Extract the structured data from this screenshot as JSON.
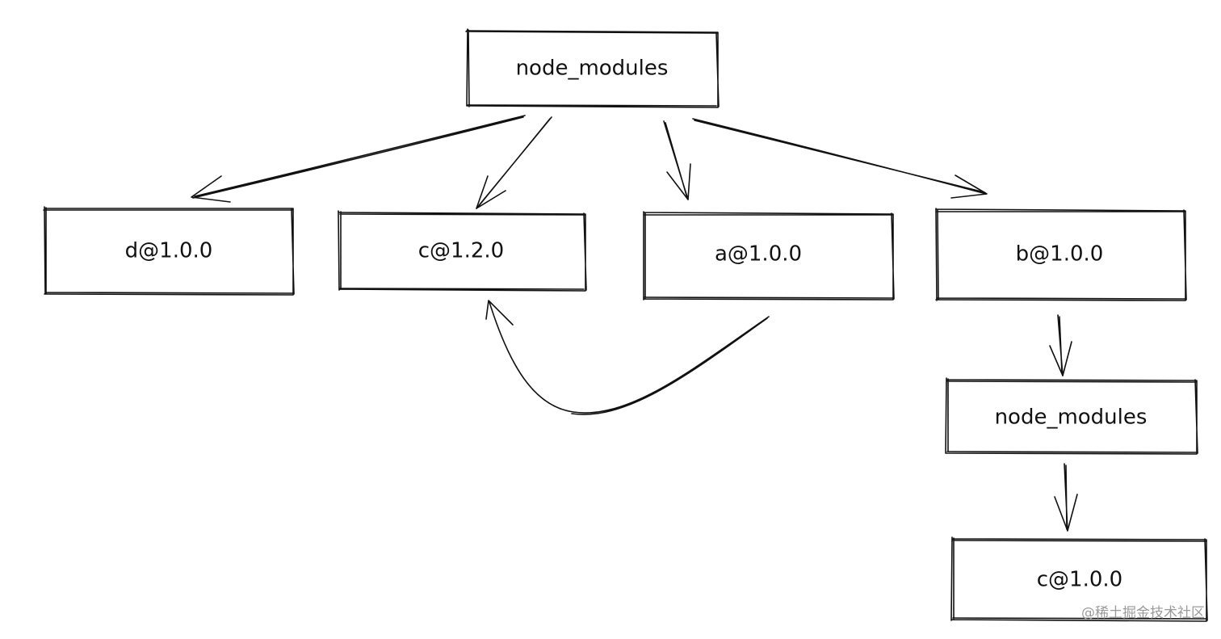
{
  "diagram": {
    "nodes": [
      {
        "id": "root",
        "label": "node_modules"
      },
      {
        "id": "d",
        "label": "d@1.0.0"
      },
      {
        "id": "c12",
        "label": "c@1.2.0"
      },
      {
        "id": "a",
        "label": "a@1.0.0"
      },
      {
        "id": "b",
        "label": "b@1.0.0"
      },
      {
        "id": "b_nm",
        "label": "node_modules"
      },
      {
        "id": "c10",
        "label": "c@1.0.0"
      }
    ],
    "edges": [
      {
        "from": "root",
        "to": "d"
      },
      {
        "from": "root",
        "to": "c12"
      },
      {
        "from": "root",
        "to": "a"
      },
      {
        "from": "root",
        "to": "b"
      },
      {
        "from": "a",
        "to": "c12"
      },
      {
        "from": "b",
        "to": "b_nm"
      },
      {
        "from": "b_nm",
        "to": "c10"
      }
    ]
  },
  "watermark": "@稀土掘金技术社区"
}
